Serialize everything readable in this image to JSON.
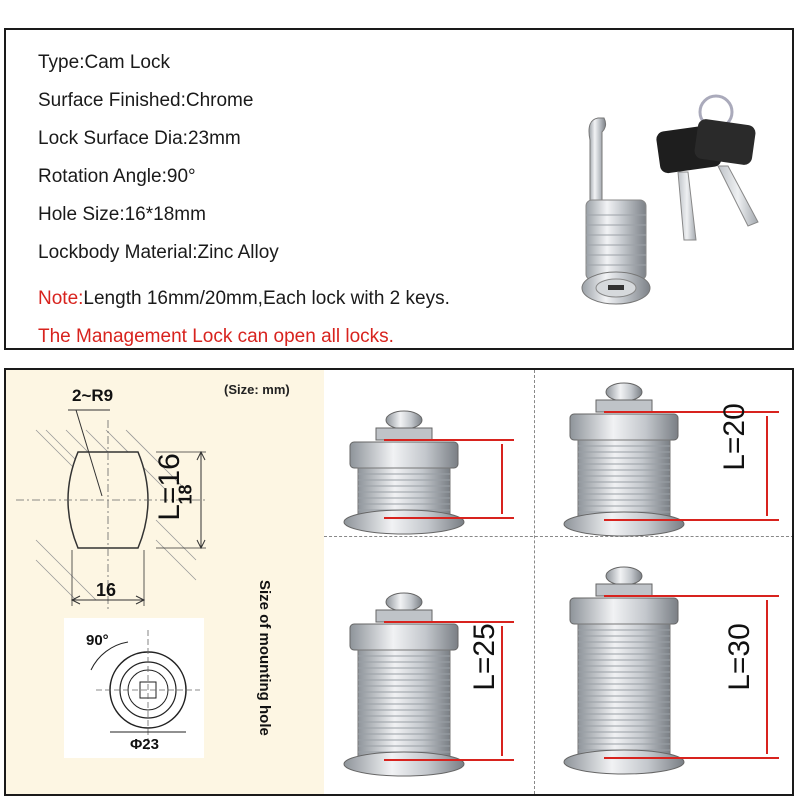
{
  "specs": {
    "type": "Type:Cam Lock",
    "surface": "Surface Finished:Chrome",
    "dia": "Lock Surface Dia:23mm",
    "rotation": "Rotation Angle:90°",
    "hole": "Hole Size:16*18mm",
    "material": "Lockbody Material:Zinc Alloy",
    "note_label": "Note:",
    "note_text": "Length 16mm/20mm,Each lock with 2 keys.",
    "management": "The Management Lock can open all locks."
  },
  "diagram": {
    "radius_label": "2~R9",
    "size_unit": "(Size: mm)",
    "height_label": "18",
    "width_label": "16",
    "caption": "Size of mounting hole",
    "angle_label": "90°",
    "dia_label": "Φ23"
  },
  "lengths": [
    "L=16",
    "L=20",
    "L=25",
    "L=30"
  ],
  "colors": {
    "accent_red": "#d8231e",
    "panel_bg": "#fdf6e3"
  }
}
